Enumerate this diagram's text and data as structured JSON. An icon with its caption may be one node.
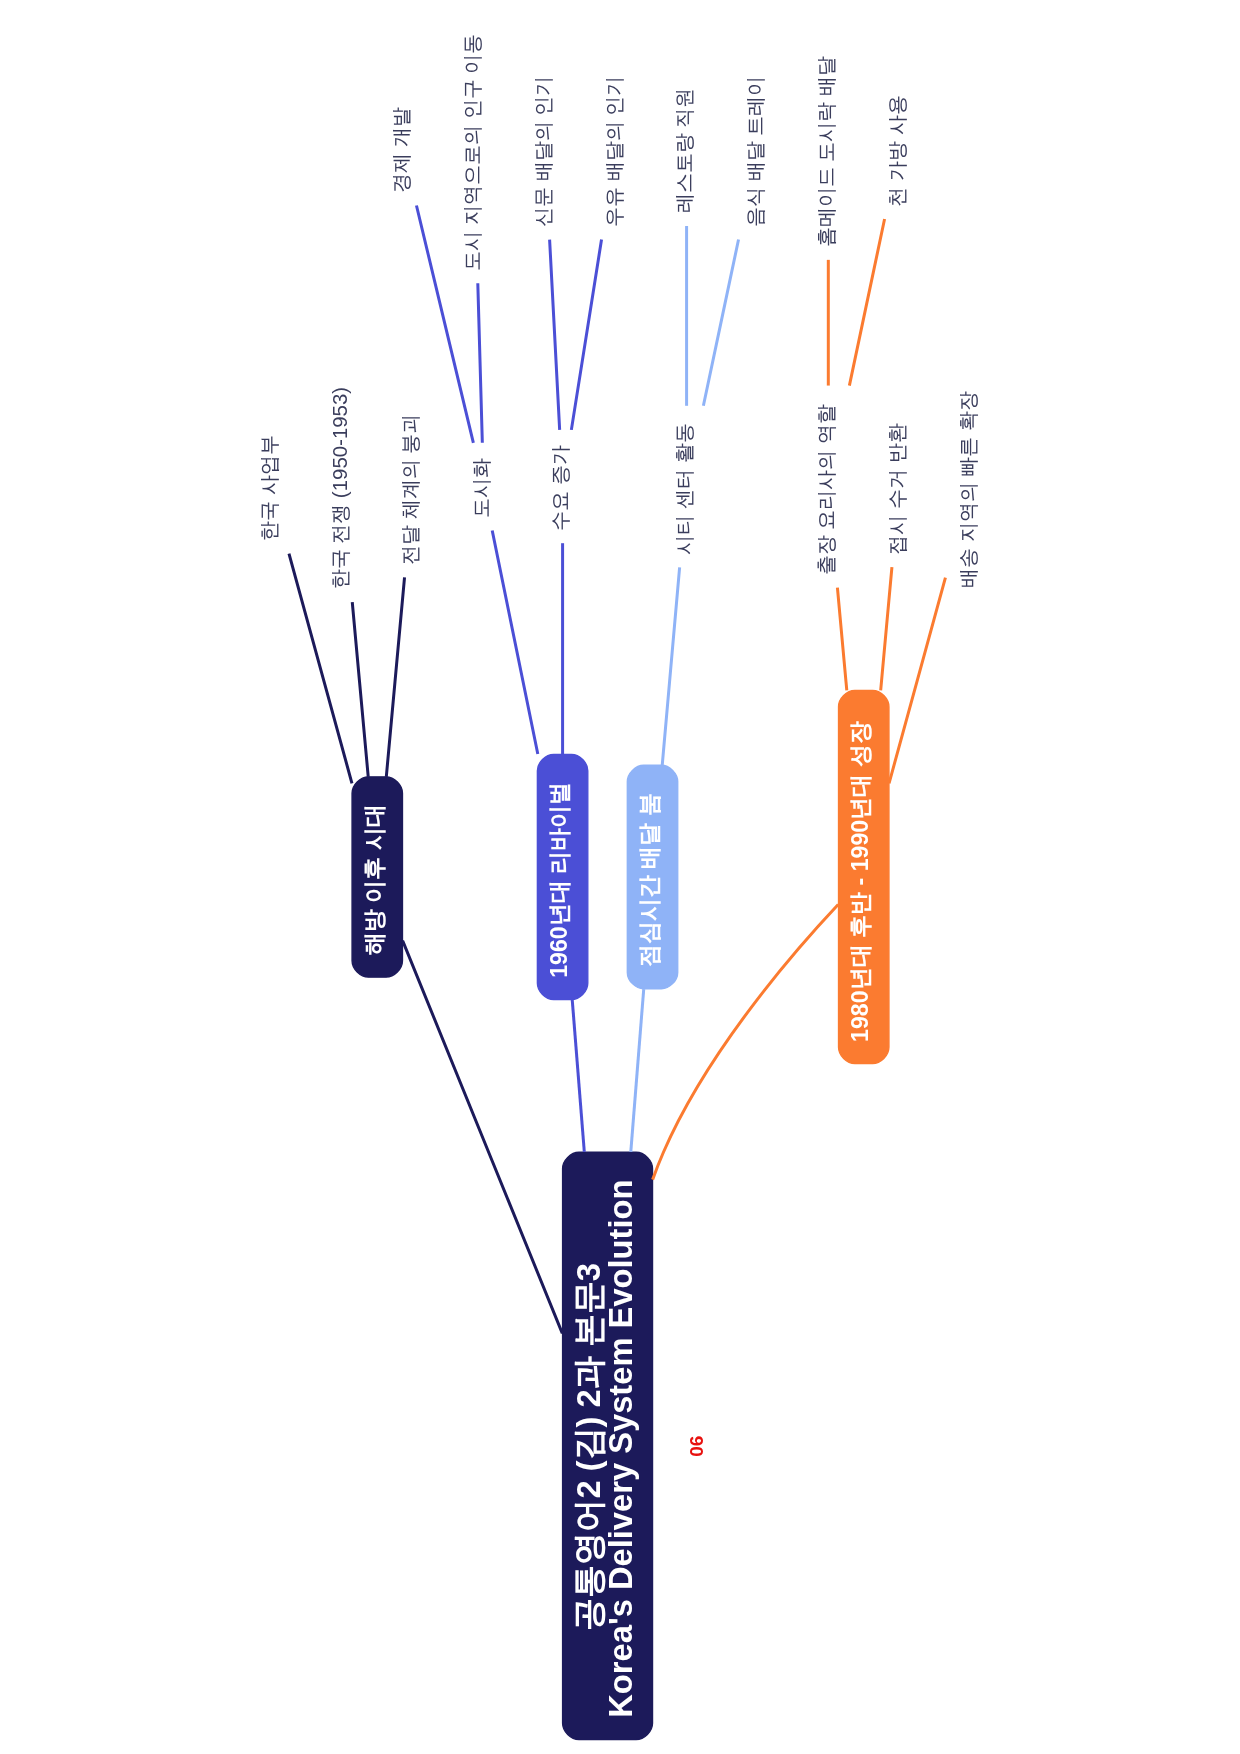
{
  "diagram": {
    "nodes": [
      {
        "text": [
          "공통영어2 (김) 2과 본문3",
          "Korea's Delivery System Evolution"
        ]
      },
      {
        "text": [
          "해방 이후 시대"
        ]
      },
      {
        "text": [
          "한국 사업부"
        ]
      },
      {
        "text": [
          "한국 전쟁 (1950-1953)"
        ]
      },
      {
        "text": [
          "전달 체계의 붕괴"
        ]
      },
      {
        "text": [
          "1960년대 리바이벌"
        ]
      },
      {
        "text": [
          "도시화"
        ]
      },
      {
        "text": [
          "경제 개발"
        ]
      },
      {
        "text": [
          "도시 지역으로의 인구 이동"
        ]
      },
      {
        "text": [
          "수요 증가"
        ]
      },
      {
        "text": [
          "신문 배달의 인기"
        ]
      },
      {
        "text": [
          "우유 배달의 인기"
        ]
      },
      {
        "text": [
          "점심시간 배달 붐"
        ]
      },
      {
        "text": [
          "시티 센터 활동"
        ]
      },
      {
        "text": [
          "레스토랑 직원"
        ]
      },
      {
        "text": [
          "음식 배달 트레이"
        ]
      },
      {
        "text": [
          "1980년대 후반 - 1990년대 성장"
        ]
      },
      {
        "text": [
          "출장 요리사의 역할"
        ]
      },
      {
        "text": [
          "홈메이드 도시락 배달"
        ]
      },
      {
        "text": [
          "천 가방 사용"
        ]
      },
      {
        "text": [
          "접시 수거 반환"
        ]
      },
      {
        "text": [
          "배송 지역의 빠른 확장"
        ]
      }
    ],
    "edges": [
      {
        "from": 0,
        "to": 1,
        "arrow": "none",
        "color": "#1c1a5a"
      },
      {
        "from": 1,
        "to": 2,
        "arrow": "none",
        "color": "#1c1a5a"
      },
      {
        "from": 1,
        "to": 3,
        "arrow": "none",
        "color": "#1c1a5a"
      },
      {
        "from": 1,
        "to": 4,
        "arrow": "none",
        "color": "#1c1a5a"
      },
      {
        "from": 0,
        "to": 5,
        "arrow": "none"
      },
      {
        "from": 5,
        "to": 6,
        "arrow": "none"
      },
      {
        "from": 6,
        "to": 7,
        "arrow": "none"
      },
      {
        "from": 6,
        "to": 8,
        "arrow": "none"
      },
      {
        "from": 5,
        "to": 9,
        "arrow": "none"
      },
      {
        "from": 9,
        "to": 10,
        "arrow": "none"
      },
      {
        "from": 9,
        "to": 11,
        "arrow": "none"
      },
      {
        "from": 0,
        "to": 12,
        "arrow": "none",
        "color": "#8fb3f7"
      },
      {
        "from": 12,
        "to": 13,
        "arrow": "none",
        "color": "#8fb3f7"
      },
      {
        "from": 13,
        "to": 14,
        "arrow": "none",
        "color": "#8fb3f7"
      },
      {
        "from": 13,
        "to": 15,
        "arrow": "none",
        "color": "#8fb3f7"
      },
      {
        "from": 0,
        "to": 16,
        "arrow": "none",
        "color": "#fb7b30"
      },
      {
        "from": 16,
        "to": 17,
        "arrow": "none",
        "color": "#fb7b30"
      },
      {
        "from": 17,
        "to": 18,
        "arrow": "none",
        "color": "#fb7b30"
      },
      {
        "from": 17,
        "to": 19,
        "arrow": "none",
        "color": "#fb7b30"
      },
      {
        "from": 16,
        "to": 20,
        "arrow": "none",
        "color": "#fb7b30"
      },
      {
        "from": 16,
        "to": 21,
        "arrow": "none",
        "color": "#fb7b30"
      }
    ],
    "labels": [
      "06"
    ]
  }
}
